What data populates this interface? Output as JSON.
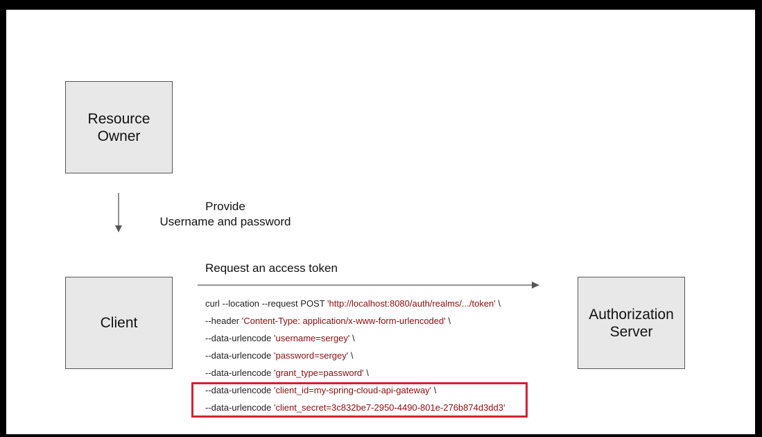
{
  "nodes": {
    "resource_owner": "Resource\nOwner",
    "client": "Client",
    "authorization_server": "Authorization\nServer"
  },
  "edges": {
    "provide_label": "Provide\nUsername and password",
    "request_label": "Request an access token"
  },
  "curl": {
    "lines": [
      {
        "cmd": "curl --location --request POST ",
        "str": "'http://localhost:8080/auth/realms/.../token'",
        "tail": " \\"
      },
      {
        "cmd": "--header ",
        "str": "'Content-Type: application/x-www-form-urlencoded'",
        "tail": " \\"
      },
      {
        "cmd": "--data-urlencode ",
        "str": "'username=sergey'",
        "tail": " \\"
      },
      {
        "cmd": "--data-urlencode ",
        "str": "'password=sergey'",
        "tail": " \\"
      },
      {
        "cmd": "--data-urlencode ",
        "str": "'grant_type=password'",
        "tail": " \\"
      },
      {
        "cmd": "--data-urlencode ",
        "str": "'client_id=my-spring-cloud-api-gateway'",
        "tail": " \\"
      },
      {
        "cmd": "--data-urlencode ",
        "str": "'client_secret=3c832be7-2950-4490-801e-276b874d3dd3'",
        "tail": ""
      }
    ]
  },
  "colors": {
    "box_fill": "#e8e8e8",
    "string_literal": "#8b0d0d",
    "highlight_border": "#d32032"
  }
}
